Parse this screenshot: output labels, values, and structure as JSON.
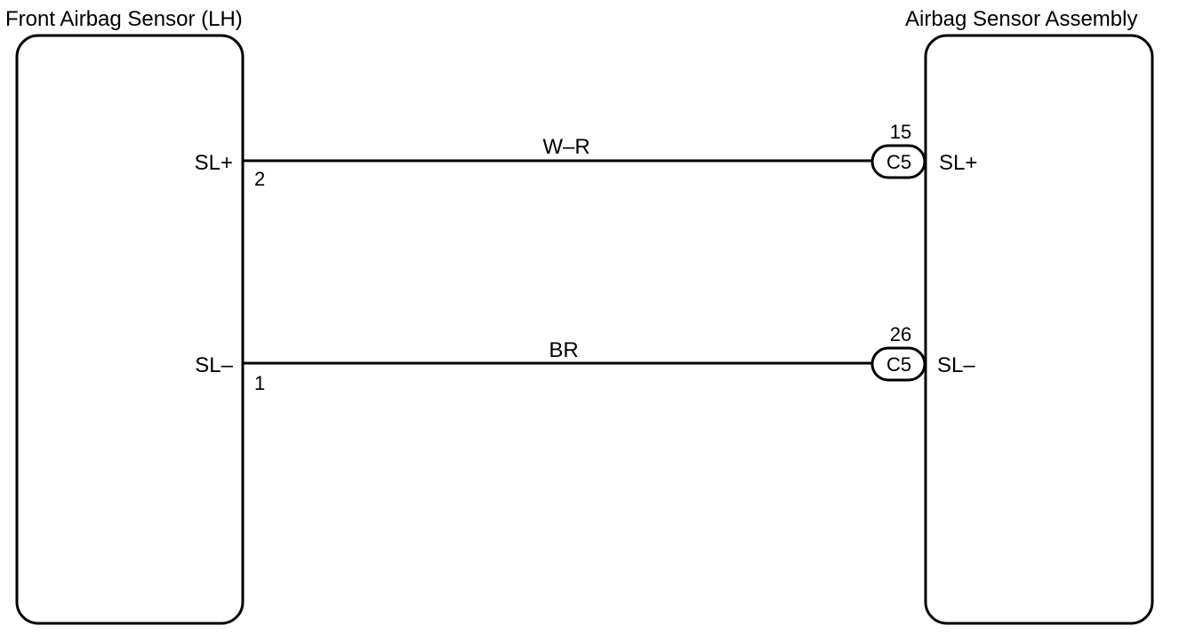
{
  "components": {
    "left": {
      "title": "Front Airbag Sensor (LH)"
    },
    "right": {
      "title": "Airbag Sensor Assembly"
    }
  },
  "circuits": [
    {
      "left_terminal": "SL+",
      "left_pin": "2",
      "wire_color": "W–R",
      "connector": "C5",
      "connector_pin": "15",
      "right_terminal": "SL+"
    },
    {
      "left_terminal": "SL–",
      "left_pin": "1",
      "wire_color": "BR",
      "connector": "C5",
      "connector_pin": "26",
      "right_terminal": "SL–"
    }
  ],
  "colors": {
    "line": "#000000",
    "background": "#ffffff"
  }
}
